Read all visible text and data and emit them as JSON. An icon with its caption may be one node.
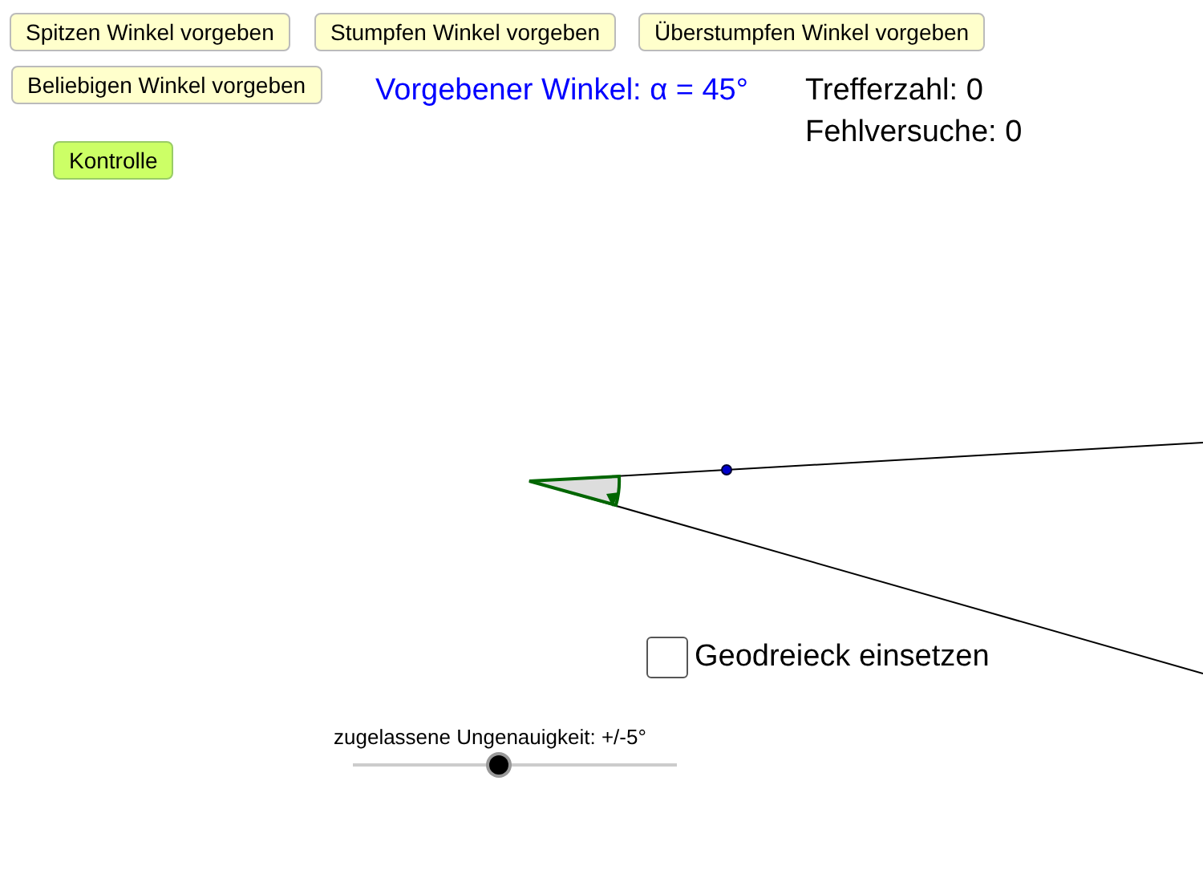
{
  "diagram": {
    "labels": [
      "Spitzen Winkel vorgeben",
      "Stumpfen Winkel vorgeben",
      "Überstumpfen Winkel vorgeben",
      "Beliebigen Winkel vorgeben",
      "Vorgebener Winkel: α = 45°",
      "Trefferzahl: 0",
      "Fehlversuche: 0",
      "Kontrolle",
      "Geodreieck einsetzen",
      "zugelassene Ungenauigkeit: +/-5°"
    ]
  }
}
